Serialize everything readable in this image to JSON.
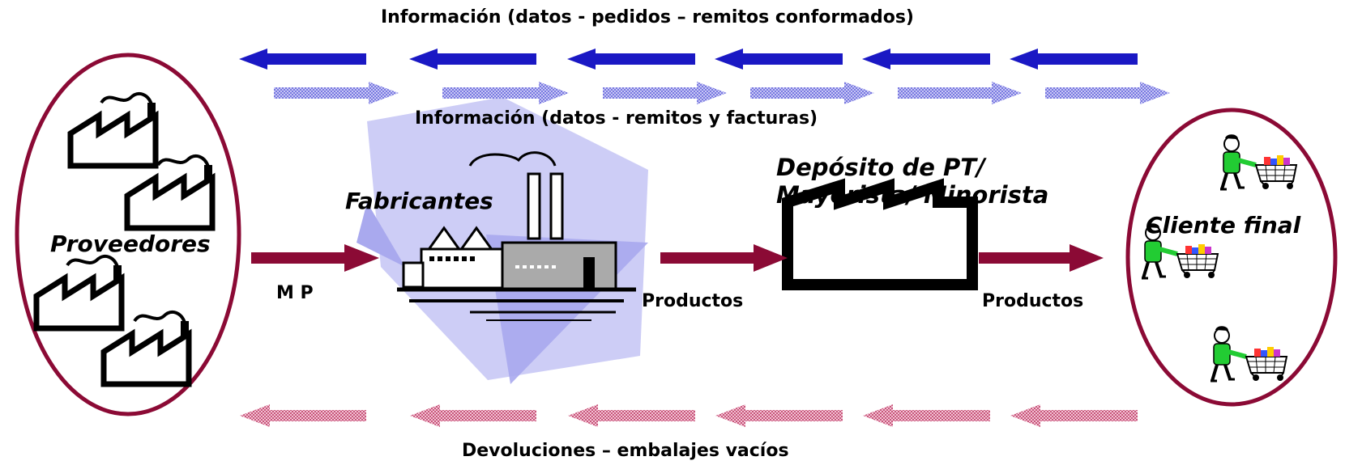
{
  "labels": {
    "info_top": "Información (datos - pedidos – remitos conformados)",
    "info_middle": "Información (datos - remitos y facturas)",
    "returns_bottom": "Devoluciones – embalajes vacíos",
    "suppliers": "Proveedores",
    "manufacturers": "Fabricantes",
    "warehouse_line1": "Depósito de PT/",
    "warehouse_line2": "Mayorista/ Minorista",
    "final_customer": "Cliente final",
    "raw_material": "M P",
    "products_1": "Productos",
    "products_2": "Productos"
  },
  "colors": {
    "info_arrow": "#1a18c4",
    "info_arrow_hatched": "#8f8fe6",
    "flow_arrow": "#8b0a35",
    "return_arrow_hatched": "#d98aa3",
    "ellipse_stroke": "#8b0a35",
    "factory_backdrop": "#b9b9f0",
    "customer_shirt": "#22cc33"
  },
  "icons": {
    "supplier": "factory-outline-icon",
    "manufacturer": "industrial-plant-icon",
    "warehouse": "warehouse-sawtooth-icon",
    "customer": "shopper-with-cart-icon"
  }
}
